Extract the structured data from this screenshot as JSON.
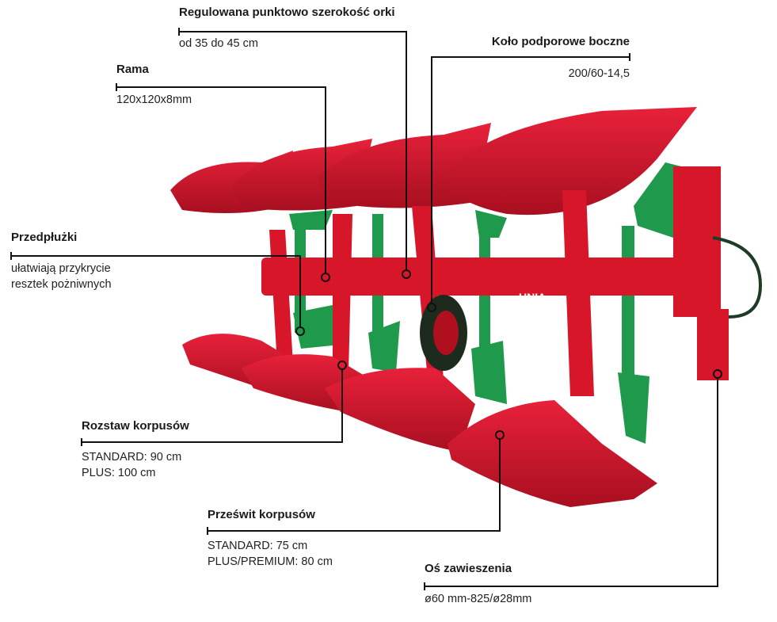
{
  "callouts": {
    "szerokosc": {
      "title": "Regulowana punktowo szerokość orki",
      "value": "od 35 do 45 cm"
    },
    "rama": {
      "title": "Rama",
      "value": "120x120x8mm"
    },
    "kolo": {
      "title": "Koło podporowe boczne",
      "value": "200/60-14,5"
    },
    "przedpluzki": {
      "title": "Przedpłużki",
      "line1": "ułatwiają przykrycie",
      "line2": "resztek pożniwnych"
    },
    "rozstaw": {
      "title": "Rozstaw korpusów",
      "line1": "STANDARD: 90 cm",
      "line2": "PLUS: 100 cm"
    },
    "przeswit": {
      "title": "Prześwit korpusów",
      "line1": "STANDARD: 75 cm",
      "line2": "PLUS/PREMIUM: 80 cm"
    },
    "os": {
      "title": "Oś zawieszenia",
      "value": "ø60 mm-825/ø28mm"
    }
  },
  "brand_label": "UNIA",
  "colors": {
    "red": "#d8162a",
    "dark_red": "#9e0d1c",
    "green": "#1f9a4c",
    "line": "#111111"
  }
}
